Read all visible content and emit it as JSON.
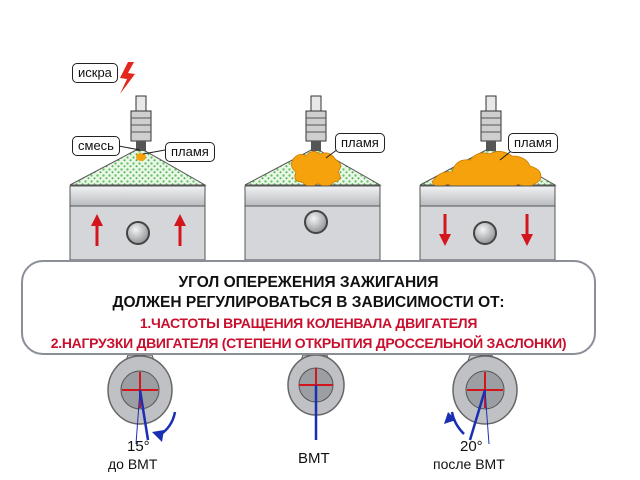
{
  "labels": {
    "spark": "искра",
    "mixture": "смесь",
    "flame_1": "пламя",
    "flame_2": "пламя",
    "flame_3": "пламя"
  },
  "banner": {
    "line1": "УГОЛ ОПЕРЕЖЕНИЯ ЗАЖИГАНИЯ",
    "line2": "ДОЛЖЕН РЕГУЛИРОВАТЬСЯ В ЗАВИСИМОСТИ ОТ:",
    "line3": "1.ЧАСТОТЫ ВРАЩЕНИЯ КОЛЕНВАЛА ДВИГАТЕЛЯ",
    "line4": "2.НАГРУЗКИ ДВИГАТЕЛЯ (СТЕПЕНИ ОТКРЫТИЯ ДРОССЕЛЬНОЙ ЗАСЛОНКИ)"
  },
  "cranks": [
    {
      "angle": "15°",
      "position": "до ВМТ"
    },
    {
      "position": "ВМТ"
    },
    {
      "angle": "20°",
      "position": "после ВМТ"
    }
  ],
  "colors": {
    "accent_red": "#c8102e",
    "crank_blue": "#1b2fb3",
    "mixture_green": "#8fd28a",
    "flame_orange": "#f5a20c",
    "metal_grey": "#c9cbcf"
  }
}
